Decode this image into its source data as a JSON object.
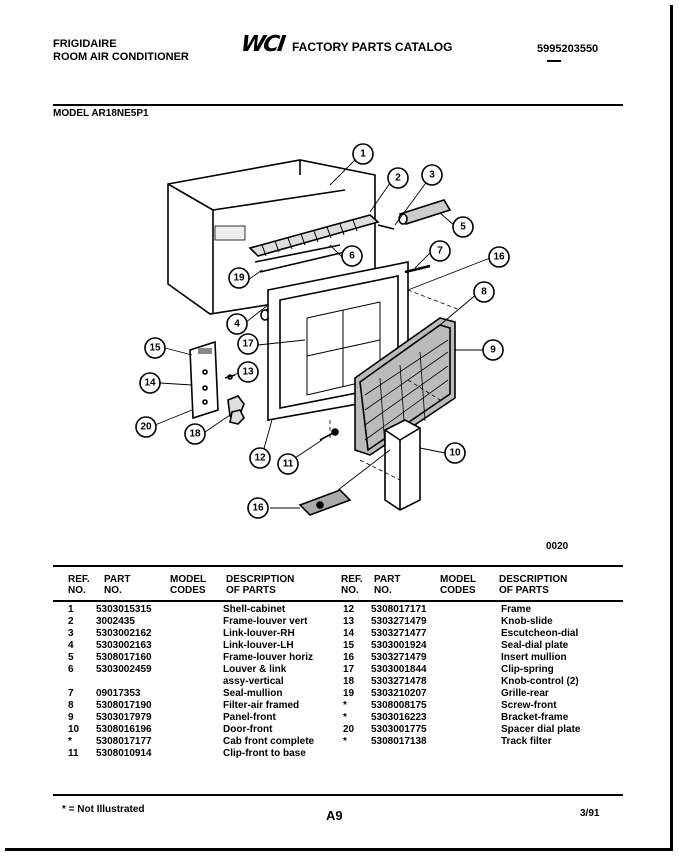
{
  "header": {
    "brand_line1": "FRIGIDAIRE",
    "brand_line2": "ROOM AIR CONDITIONER",
    "logo_text": "WCI",
    "catalog_title": "FACTORY PARTS CATALOG",
    "catalog_number": "5995203550",
    "model_label": "MODEL AR18NE5P1"
  },
  "diagram": {
    "code": "0020",
    "callouts": [
      "1",
      "2",
      "3",
      "4",
      "5",
      "6",
      "7",
      "8",
      "9",
      "10",
      "11",
      "12",
      "13",
      "14",
      "15",
      "16",
      "16",
      "17",
      "18",
      "19",
      "20"
    ]
  },
  "table": {
    "headers": {
      "ref": "REF.",
      "no": "NO.",
      "part": "PART",
      "part_no": "NO.",
      "model": "MODEL",
      "codes": "CODES",
      "desc": "DESCRIPTION",
      "of_parts": "OF PARTS"
    },
    "left": [
      {
        "ref": "1",
        "part": "5303015315",
        "desc": "Shell-cabinet"
      },
      {
        "ref": "2",
        "part": "3002435",
        "desc": "Frame-louver vert"
      },
      {
        "ref": "3",
        "part": "5303002162",
        "desc": "Link-louver-RH"
      },
      {
        "ref": "4",
        "part": "5303002163",
        "desc": "Link-louver-LH"
      },
      {
        "ref": "5",
        "part": "5308017160",
        "desc": "Frame-louver horiz"
      },
      {
        "ref": "6",
        "part": "5303002459",
        "desc": "Louver & link"
      },
      {
        "ref": "",
        "part": "",
        "desc": "assy-vertical"
      },
      {
        "ref": "7",
        "part": "09017353",
        "desc": "Seal-mullion"
      },
      {
        "ref": "8",
        "part": "5308017190",
        "desc": "Filter-air framed"
      },
      {
        "ref": "9",
        "part": "5303017979",
        "desc": "Panel-front"
      },
      {
        "ref": "10",
        "part": "5308016196",
        "desc": "Door-front"
      },
      {
        "ref": "*",
        "part": "5308017177",
        "desc": "Cab front complete"
      },
      {
        "ref": "11",
        "part": "5308010914",
        "desc": "Clip-front to base"
      }
    ],
    "right": [
      {
        "ref": "12",
        "part": "5308017171",
        "desc": "Frame"
      },
      {
        "ref": "13",
        "part": "5303271479",
        "desc": "Knob-slide"
      },
      {
        "ref": "14",
        "part": "5303271477",
        "desc": "Escutcheon-dial"
      },
      {
        "ref": "15",
        "part": "5303001924",
        "desc": "Seal-dial plate"
      },
      {
        "ref": "16",
        "part": "5303271479",
        "desc": "Insert mullion"
      },
      {
        "ref": "17",
        "part": "5303001844",
        "desc": "Clip-spring"
      },
      {
        "ref": "18",
        "part": "5303271478",
        "desc": "Knob-control (2)"
      },
      {
        "ref": "19",
        "part": "5303210207",
        "desc": "Grille-rear"
      },
      {
        "ref": "*",
        "part": "5308008175",
        "desc": "Screw-front"
      },
      {
        "ref": "*",
        "part": "5303016223",
        "desc": "Bracket-frame"
      },
      {
        "ref": "20",
        "part": "5303001775",
        "desc": "Spacer dial plate"
      },
      {
        "ref": "*",
        "part": "5308017138",
        "desc": "Track filter"
      }
    ]
  },
  "footer": {
    "note": "* = Not Illustrated",
    "page": "A9",
    "date": "3/91"
  }
}
